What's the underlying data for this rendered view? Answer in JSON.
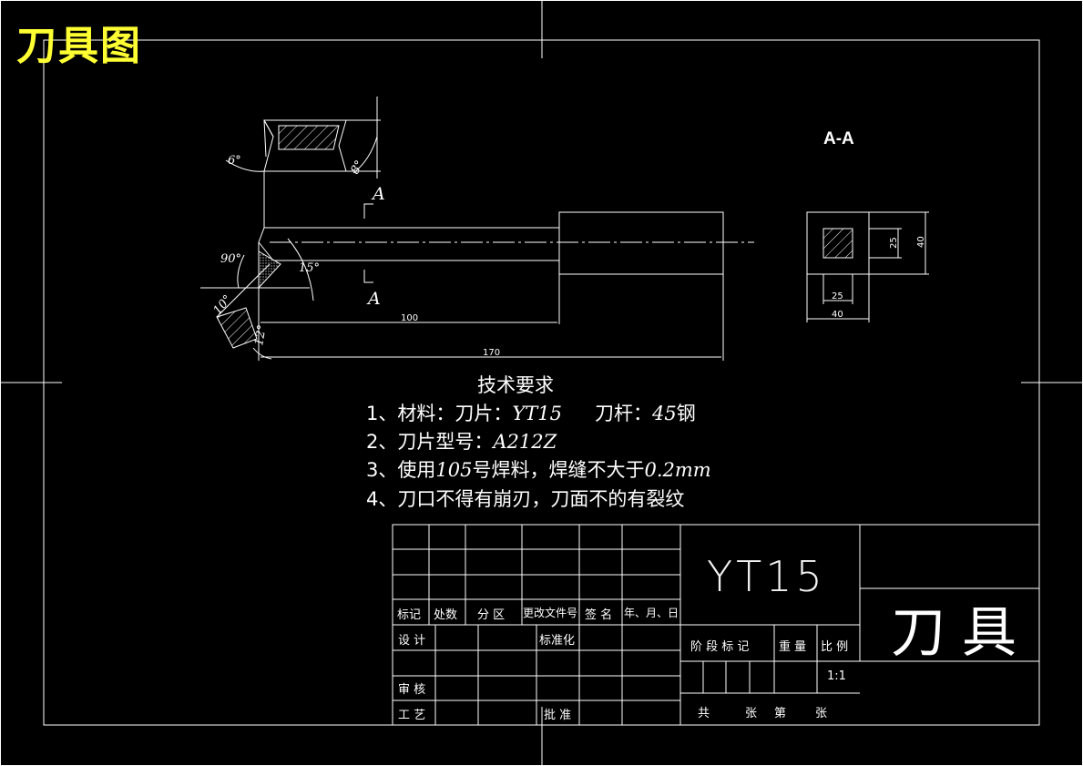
{
  "title": "刀具图",
  "section_label": "A-A",
  "view_labels": {
    "cut_top": "A",
    "cut_bottom": "A"
  },
  "dimensions": {
    "shank_len": "100",
    "total_len": "170",
    "sec_h_inner": "25",
    "sec_h_outer": "40",
    "sec_w_inner": "25",
    "sec_w_outer": "40"
  },
  "angles": {
    "a6": "6°",
    "a8": "8°",
    "a90": "90°",
    "a15": "15°",
    "a12": "12°",
    "a10": "10°"
  },
  "requirements": {
    "heading": "技术要求",
    "item1_pre": "1、材料：刀片：",
    "item1_a": "YT15",
    "item1_mid": "刀杆：",
    "item1_b": "45",
    "item1_post": "钢",
    "item2_pre": "2、刀片型号：",
    "item2_a": "A212Z",
    "item3_pre": "3、使用",
    "item3_a": "105",
    "item3_mid": "号焊料，焊缝不大于",
    "item3_b": "0.2mm",
    "item4": "4、刀口不得有崩刃，刀面不的有裂纹"
  },
  "title_block": {
    "mark": "标记",
    "count": "处数",
    "zone": "分 区",
    "change_doc": "更改文件号",
    "signature": "签 名",
    "date": "年、月、日",
    "design": "设 计",
    "standardize": "标准化",
    "review": "审 核",
    "process": "工 艺",
    "approve": "批 准",
    "stage_mark": "阶 段 标 记",
    "weight": "重 量",
    "scale_label": "比 例",
    "scale_value": "1:1",
    "total": "共",
    "sheets": "张",
    "sheet_no": "第",
    "sheets2": "张",
    "material": "YT15",
    "part_name": "刀具"
  }
}
